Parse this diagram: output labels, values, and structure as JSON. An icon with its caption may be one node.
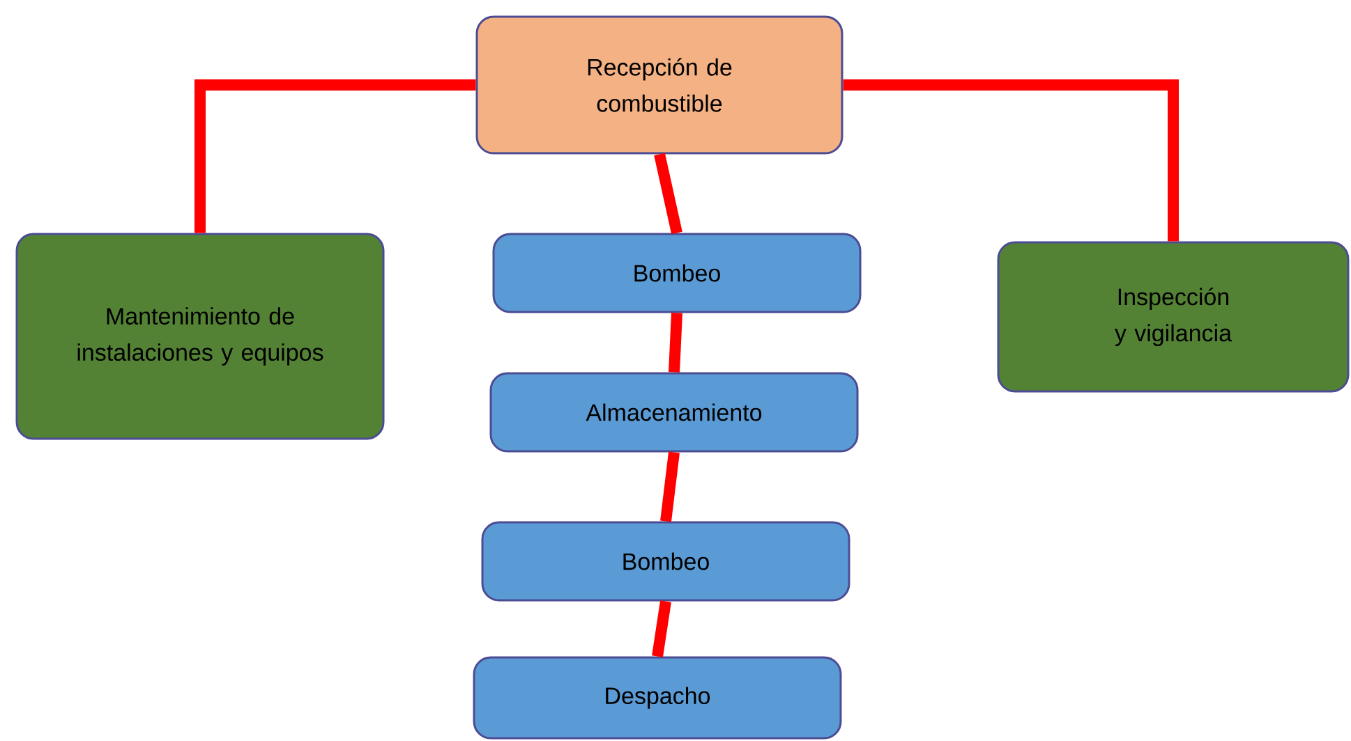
{
  "diagram": {
    "nodes": [
      {
        "text": [
          "Recepción de combustible"
        ]
      },
      {
        "text": [
          "Mantenimiento de instalaciones y equipos"
        ]
      },
      {
        "text": [
          "Bombeo"
        ]
      },
      {
        "text": [
          "Inspección y vigilancia"
        ]
      },
      {
        "text": [
          "Almacenamiento"
        ]
      },
      {
        "text": [
          "Bombeo"
        ]
      },
      {
        "text": [
          "Despacho"
        ]
      }
    ],
    "edges": [
      {
        "from": 0,
        "to": 1,
        "arrow": "none"
      },
      {
        "from": 0,
        "to": 2,
        "arrow": "none"
      },
      {
        "from": 0,
        "to": 3,
        "arrow": "none"
      },
      {
        "from": 2,
        "to": 4,
        "arrow": "none"
      },
      {
        "from": 4,
        "to": 5,
        "arrow": "none"
      },
      {
        "from": 5,
        "to": 6,
        "arrow": "none"
      }
    ]
  }
}
